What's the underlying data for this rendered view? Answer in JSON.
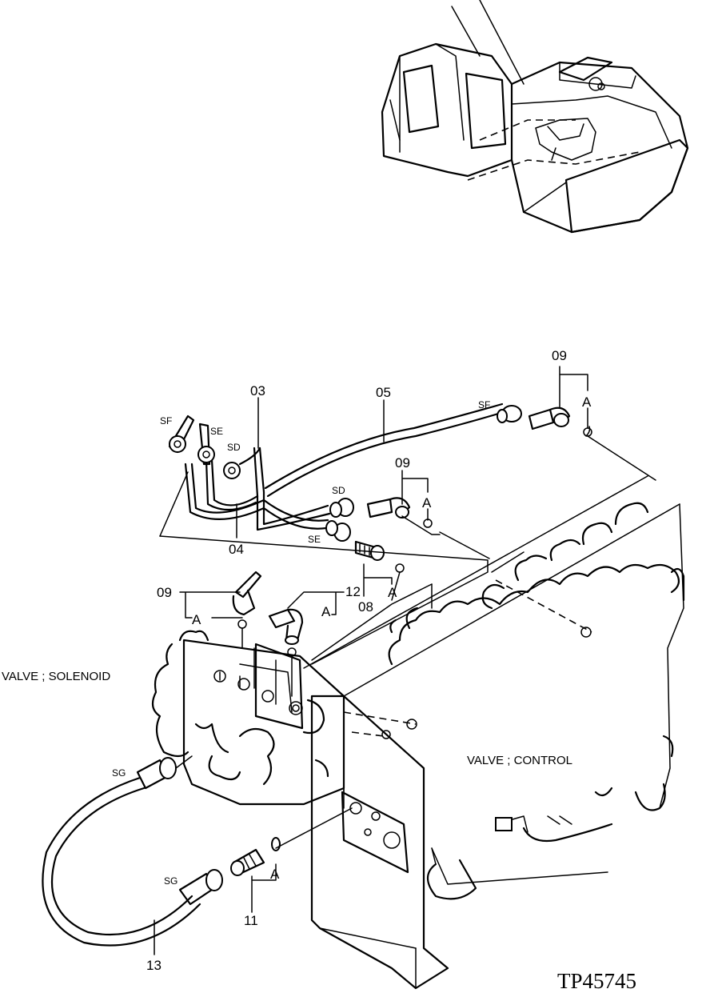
{
  "image_id": "TP45745",
  "parts": {
    "p03": "03",
    "p04": "04",
    "p05": "05",
    "p08": "08",
    "p09a": "09",
    "p09b": "09",
    "p09c": "09",
    "p11": "11",
    "p12": "12",
    "p13": "13"
  },
  "ports": {
    "sf_left": "SF",
    "se_left": "SE",
    "sd_left": "SD",
    "sf_right": "SF",
    "sd_right": "SD",
    "se_right": "SE",
    "sg_upper": "SG",
    "sg_lower": "SG"
  },
  "refs": {
    "a1": "A",
    "a2": "A",
    "a3": "A",
    "a4": "A",
    "a5": "A",
    "a6": "A"
  },
  "components": {
    "solenoid": "VALVE ; SOLENOID",
    "control": "VALVE ; CONTROL"
  }
}
